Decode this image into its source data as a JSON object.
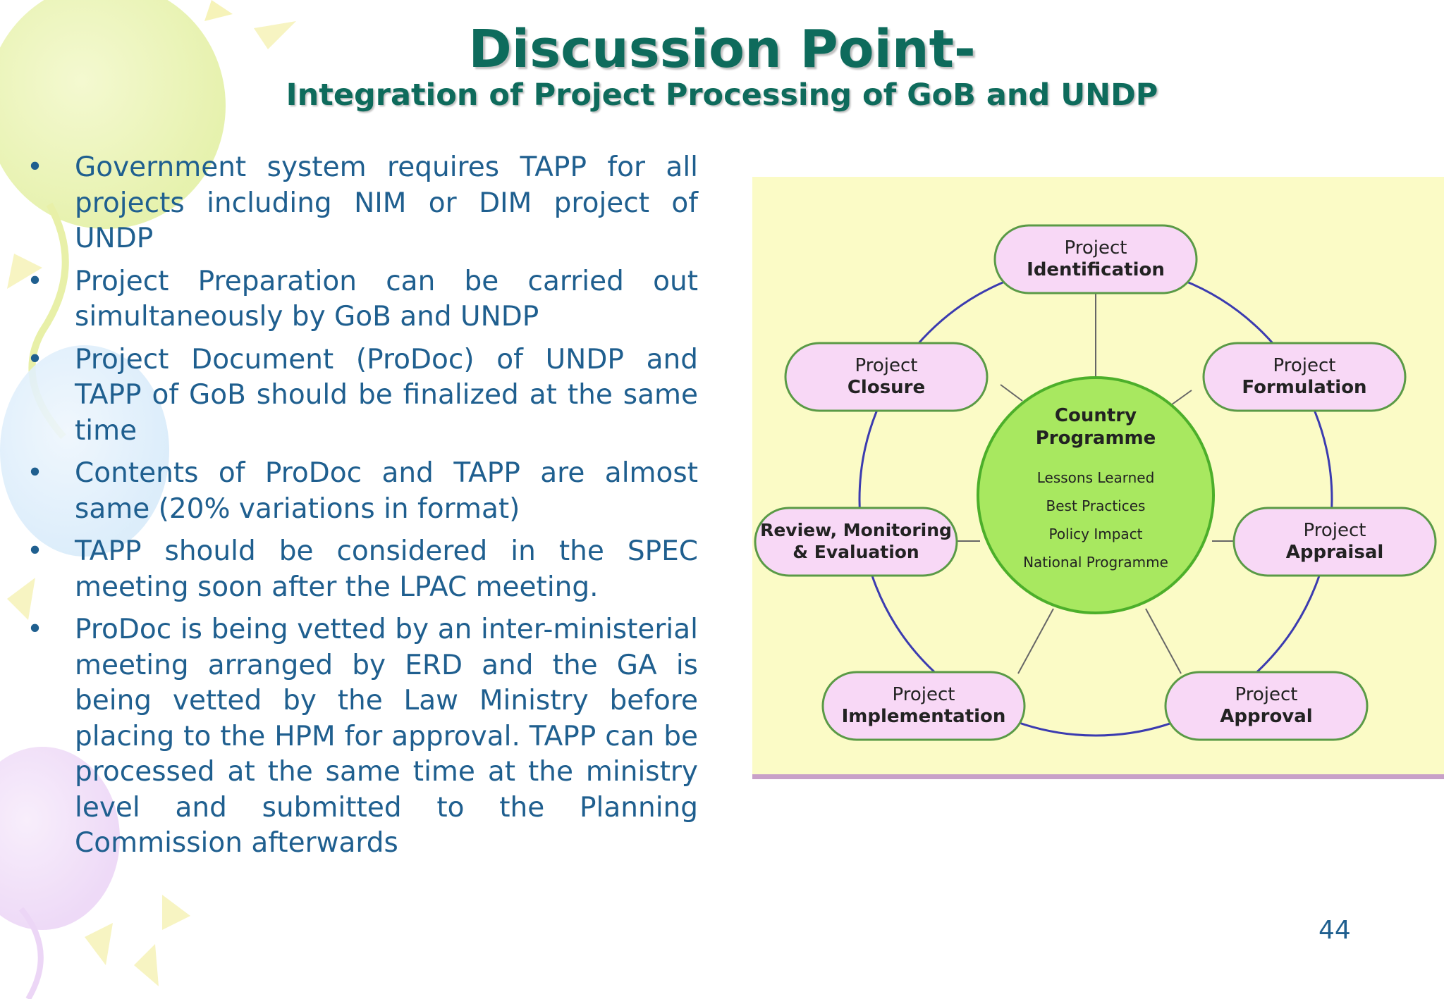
{
  "slide": {
    "title": "Discussion Point-",
    "subtitle": "Integration of Project Processing of GoB and UNDP",
    "page_number": "44"
  },
  "bullets": [
    "Government system requires TAPP for all projects including NIM or DIM project of UNDP",
    "Project Preparation can be carried out simultaneously by GoB and UNDP",
    "Project Document (ProDoc) of UNDP and TAPP of GoB should be finalized at the same time",
    "Contents of ProDoc and TAPP are almost same (20% variations in format)",
    "TAPP should be considered in the SPEC meeting soon after the LPAC meeting.",
    "ProDoc is being vetted by an inter-ministerial meeting arranged by ERD and the GA is being vetted by the Law Ministry before placing to the HPM for approval. TAPP can be processed at the same time at the ministry level and submitted to the Planning Commission afterwards"
  ],
  "diagram": {
    "center": {
      "title_line1": "Country",
      "title_line2": "Programme",
      "items": [
        "Lessons Learned",
        "Best Practices",
        "Policy Impact",
        "National Programme"
      ]
    },
    "nodes": {
      "identification": {
        "line1": "Project",
        "line2": "Identification"
      },
      "formulation": {
        "line1": "Project",
        "line2": "Formulation"
      },
      "appraisal": {
        "line1": "Project",
        "line2": "Appraisal"
      },
      "approval": {
        "line1": "Project",
        "line2": "Approval"
      },
      "implementation": {
        "line1": "Project",
        "line2": "Implementation"
      },
      "review": {
        "line1": "Review, Monitoring",
        "line2": "& Evaluation"
      },
      "closure": {
        "line1": "Project",
        "line2": "Closure"
      }
    },
    "colors": {
      "panel": "#fbfbc6",
      "node_fill": "#f8d8f6",
      "node_border": "#5a9a46",
      "center_fill": "#a8e860",
      "center_border": "#4caf2a",
      "ring": "#3b3bb0"
    }
  },
  "colors": {
    "title": "#0e6b5c",
    "body_text": "#1f5f8f"
  }
}
